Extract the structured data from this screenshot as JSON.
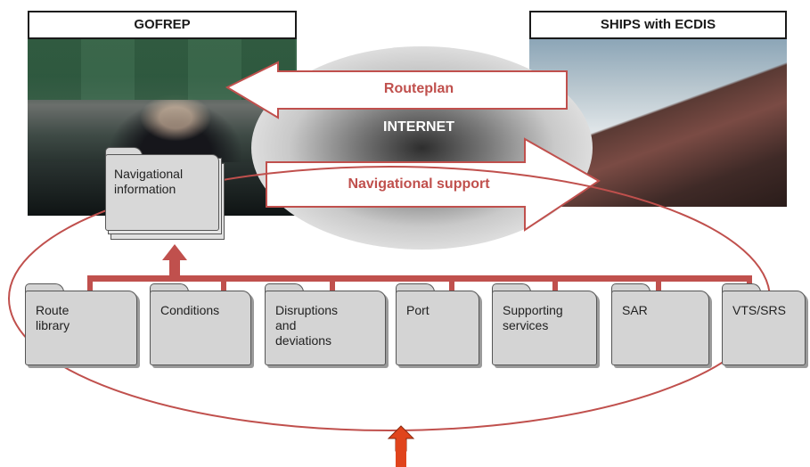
{
  "gofrep": {
    "title": "GOFREP"
  },
  "ships": {
    "title": "SHIPS with ECDIS"
  },
  "network": {
    "internet_label": "INTERNET",
    "routeplan_label": "Routeplan",
    "navsupport_label": "Navigational support"
  },
  "nav_info": {
    "label": "Navigational\ninformation"
  },
  "services": [
    {
      "label": "Route\nlibrary"
    },
    {
      "label": "Conditions"
    },
    {
      "label": "Disruptions\nand\ndeviations"
    },
    {
      "label": "Port"
    },
    {
      "label": "Supporting\nservices"
    },
    {
      "label": "SAR"
    },
    {
      "label": "VTS/SRS"
    }
  ],
  "colors": {
    "accent_red": "#c0504d",
    "arrow_text": "#c0504d",
    "connector": "#c0504d",
    "folder_fill": "#d4d4d4",
    "bottom_arrow": "#e0441c"
  }
}
